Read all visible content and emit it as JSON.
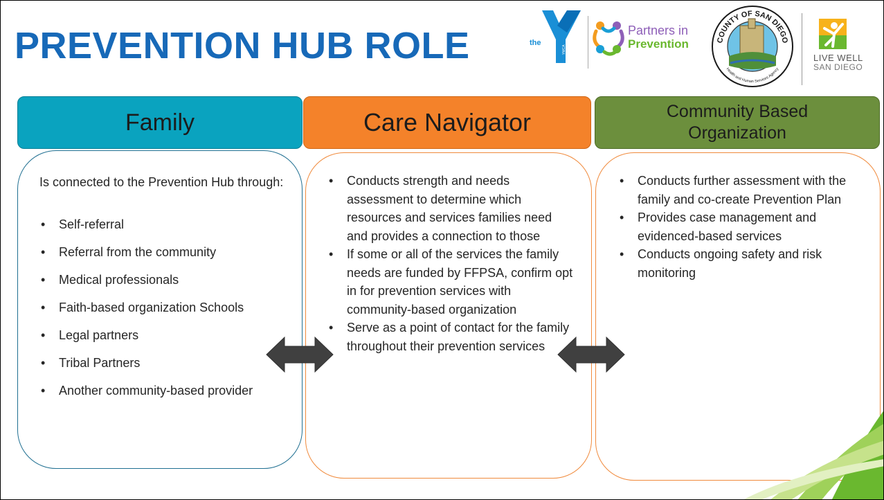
{
  "title": "PREVENTION HUB ROLE",
  "logos": {
    "ymca": {
      "small_text": "the",
      "tiny_text": "YMCA"
    },
    "partners": {
      "line1": "Partners in",
      "line2": "Prevention"
    },
    "county_seal": {
      "top_text": "COUNTY OF SAN DIEGO",
      "bottom_text": "Health and Human Services Agency"
    },
    "live_well": {
      "line1": "LIVE WELL",
      "line2": "SAN DIEGO"
    }
  },
  "columns": {
    "family": {
      "header": "Family",
      "intro": "Is connected to the Prevention Hub through:",
      "items": [
        "Self-referral",
        "Referral from the community",
        "Medical professionals",
        "Faith-based organization Schools",
        "Legal partners",
        "Tribal Partners",
        "Another community-based provider"
      ]
    },
    "care_navigator": {
      "header": "Care Navigator",
      "items": [
        "Conducts strength and needs assessment to determine which resources and services families need and provides a connection to those",
        "If some or all of the services the family needs are funded by FFPSA,  confirm opt in for prevention services with community-based organization",
        "Serve as a point of contact for the family throughout their prevention services"
      ]
    },
    "cbo": {
      "header": "Community Based Organization",
      "items": [
        "Conducts further assessment with the family and co-create Prevention Plan",
        "Provides case management and evidenced-based services",
        "Conducts ongoing safety and risk monitoring"
      ]
    }
  },
  "colors": {
    "title": "#1769b8",
    "family_header": "#0aa3bf",
    "care_header": "#f4822a",
    "cbo_header": "#6c8f3d",
    "arrow": "#404040"
  }
}
